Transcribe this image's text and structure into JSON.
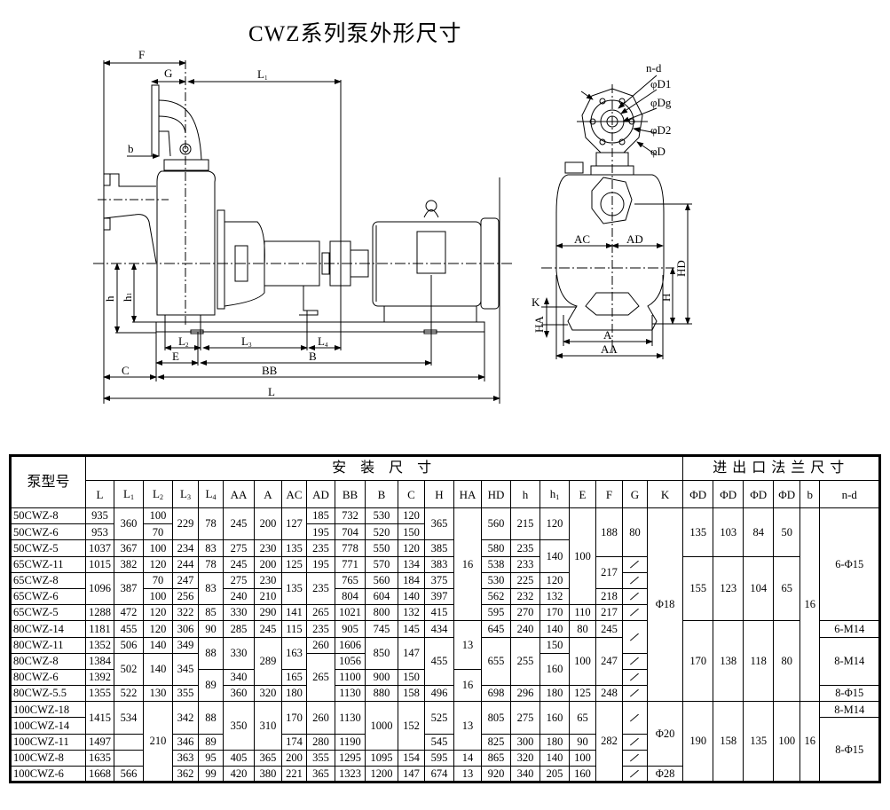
{
  "title": "CWZ系列泵外形尺寸",
  "drawing": {
    "side_labels": {
      "F": "F",
      "G": "G",
      "L1": "L",
      "L1_sub": "1",
      "b": "b",
      "h": "h",
      "h1": "h",
      "h1_sub": "1",
      "L2": "L",
      "L2_sub": "2",
      "L3": "L",
      "L3_sub": "3",
      "L4": "L",
      "L4_sub": "4",
      "E": "E",
      "B": "B",
      "C": "C",
      "BB": "BB",
      "L": "L"
    },
    "front_labels": {
      "nd": "n-d",
      "D1": "φD1",
      "Dg": "φDg",
      "D2": "φD2",
      "D": "φD",
      "AC": "AC",
      "AD": "AD",
      "HD": "HD",
      "H": "H",
      "K": "K",
      "HA": "HA",
      "A": "A",
      "AA": "AA"
    }
  },
  "table": {
    "model_header": "泵型号",
    "install_header": "安 装 尺 寸",
    "flange_header": "进出口法兰尺寸",
    "models": [
      "50CWZ-8",
      "50CWZ-6",
      "50CWZ-5",
      "65CWZ-11",
      "65CWZ-8",
      "65CWZ-6",
      "65CWZ-5",
      "80CWZ-14",
      "80CWZ-11",
      "80CWZ-8",
      "80CWZ-6",
      "80CWZ-5.5",
      "100CWZ-18",
      "100CWZ-14",
      "100CWZ-11",
      "100CWZ-8",
      "100CWZ-6"
    ],
    "columns": [
      {
        "h": "L",
        "sub": "",
        "cells": [
          [
            "935",
            1
          ],
          [
            "953",
            1
          ],
          [
            "1037",
            1
          ],
          [
            "1015",
            1
          ],
          [
            "1096",
            2
          ],
          [
            "1288",
            1
          ],
          [
            "1181",
            1
          ],
          [
            "1352",
            1
          ],
          [
            "1384",
            1
          ],
          [
            "1392",
            1
          ],
          [
            "1355",
            1
          ],
          [
            "1415",
            2
          ],
          [
            "1497",
            1
          ],
          [
            "1635",
            1
          ],
          [
            "1668",
            1
          ]
        ]
      },
      {
        "h": "L",
        "sub": "1",
        "cells": [
          [
            "360",
            2
          ],
          [
            "367",
            1
          ],
          [
            "382",
            1
          ],
          [
            "387",
            2
          ],
          [
            "472",
            1
          ],
          [
            "455",
            1
          ],
          [
            "506",
            1
          ],
          [
            "502",
            2
          ],
          [
            "522",
            1
          ],
          [
            "534",
            2
          ],
          [
            "",
            1
          ],
          [
            "",
            1
          ],
          [
            "566",
            1
          ]
        ]
      },
      {
        "h": "L",
        "sub": "2",
        "cells": [
          [
            "100",
            1
          ],
          [
            "70",
            1
          ],
          [
            "100",
            1
          ],
          [
            "120",
            1
          ],
          [
            "70",
            1
          ],
          [
            "100",
            1
          ],
          [
            "120",
            1
          ],
          [
            "120",
            1
          ],
          [
            "140",
            1
          ],
          [
            "140",
            2
          ],
          [
            "130",
            1
          ],
          [
            "210",
            5
          ]
        ]
      },
      {
        "h": "L",
        "sub": "3",
        "cells": [
          [
            "229",
            2
          ],
          [
            "234",
            1
          ],
          [
            "244",
            1
          ],
          [
            "247",
            1
          ],
          [
            "256",
            1
          ],
          [
            "322",
            1
          ],
          [
            "306",
            1
          ],
          [
            "349",
            1
          ],
          [
            "345",
            2
          ],
          [
            "355",
            1
          ],
          [
            "342",
            2
          ],
          [
            "346",
            1
          ],
          [
            "363",
            1
          ],
          [
            "362",
            1
          ]
        ]
      },
      {
        "h": "L",
        "sub": "4",
        "cells": [
          [
            "78",
            2
          ],
          [
            "83",
            1
          ],
          [
            "78",
            1
          ],
          [
            "83",
            2
          ],
          [
            "85",
            1
          ],
          [
            "90",
            1
          ],
          [
            "88",
            2
          ],
          [
            "89",
            2
          ],
          [
            "88",
            2
          ],
          [
            "89",
            1
          ],
          [
            "95",
            1
          ],
          [
            "99",
            1
          ]
        ]
      },
      {
        "h": "AA",
        "sub": "",
        "cells": [
          [
            "245",
            2
          ],
          [
            "275",
            1
          ],
          [
            "245",
            1
          ],
          [
            "275",
            1
          ],
          [
            "240",
            1
          ],
          [
            "330",
            1
          ],
          [
            "285",
            1
          ],
          [
            "330",
            2
          ],
          [
            "340",
            1
          ],
          [
            "360",
            1
          ],
          [
            "350",
            3
          ],
          [
            "405",
            1
          ],
          [
            "420",
            1
          ]
        ]
      },
      {
        "h": "A",
        "sub": "",
        "cells": [
          [
            "200",
            2
          ],
          [
            "230",
            1
          ],
          [
            "200",
            1
          ],
          [
            "230",
            1
          ],
          [
            "210",
            1
          ],
          [
            "290",
            1
          ],
          [
            "245",
            1
          ],
          [
            "289",
            3
          ],
          [
            "320",
            1
          ],
          [
            "310",
            3
          ],
          [
            "365",
            1
          ],
          [
            "380",
            1
          ]
        ]
      },
      {
        "h": "AC",
        "sub": "",
        "cells": [
          [
            "127",
            2
          ],
          [
            "135",
            1
          ],
          [
            "125",
            1
          ],
          [
            "135",
            2
          ],
          [
            "141",
            1
          ],
          [
            "115",
            1
          ],
          [
            "163",
            2
          ],
          [
            "165",
            1
          ],
          [
            "180",
            1
          ],
          [
            "170",
            2
          ],
          [
            "174",
            1
          ],
          [
            "200",
            1
          ],
          [
            "221",
            1
          ]
        ]
      },
      {
        "h": "AD",
        "sub": "",
        "cells": [
          [
            "185",
            1
          ],
          [
            "195",
            1
          ],
          [
            "235",
            1
          ],
          [
            "195",
            1
          ],
          [
            "235",
            2
          ],
          [
            "265",
            1
          ],
          [
            "235",
            1
          ],
          [
            "260",
            1
          ],
          [
            "265",
            3
          ],
          [
            "260",
            2
          ],
          [
            "280",
            1
          ],
          [
            "355",
            1
          ],
          [
            "365",
            1
          ]
        ]
      },
      {
        "h": "BB",
        "sub": "",
        "cells": [
          [
            "732",
            1
          ],
          [
            "704",
            1
          ],
          [
            "778",
            1
          ],
          [
            "771",
            1
          ],
          [
            "765",
            1
          ],
          [
            "804",
            1
          ],
          [
            "1021",
            1
          ],
          [
            "905",
            1
          ],
          [
            "1606",
            1
          ],
          [
            "1056",
            1
          ],
          [
            "1100",
            1
          ],
          [
            "1130",
            1
          ],
          [
            "1130",
            2
          ],
          [
            "1190",
            1
          ],
          [
            "1295",
            1
          ],
          [
            "1323",
            1
          ]
        ]
      },
      {
        "h": "B",
        "sub": "",
        "cells": [
          [
            "530",
            1
          ],
          [
            "520",
            1
          ],
          [
            "550",
            1
          ],
          [
            "570",
            1
          ],
          [
            "560",
            1
          ],
          [
            "604",
            1
          ],
          [
            "800",
            1
          ],
          [
            "745",
            1
          ],
          [
            "850",
            2
          ],
          [
            "900",
            1
          ],
          [
            "880",
            1
          ],
          [
            "1000",
            3
          ],
          [
            "1095",
            1
          ],
          [
            "1200",
            1
          ]
        ]
      },
      {
        "h": "C",
        "sub": "",
        "cells": [
          [
            "120",
            1
          ],
          [
            "150",
            1
          ],
          [
            "120",
            1
          ],
          [
            "134",
            1
          ],
          [
            "184",
            1
          ],
          [
            "140",
            1
          ],
          [
            "132",
            1
          ],
          [
            "145",
            1
          ],
          [
            "147",
            2
          ],
          [
            "150",
            1
          ],
          [
            "158",
            1
          ],
          [
            "152",
            3
          ],
          [
            "154",
            1
          ],
          [
            "147",
            1
          ]
        ]
      },
      {
        "h": "H",
        "sub": "",
        "cells": [
          [
            "365",
            2
          ],
          [
            "385",
            1
          ],
          [
            "383",
            1
          ],
          [
            "375",
            1
          ],
          [
            "397",
            1
          ],
          [
            "415",
            1
          ],
          [
            "434",
            1
          ],
          [
            "455",
            3
          ],
          [
            "496",
            1
          ],
          [
            "525",
            2
          ],
          [
            "545",
            1
          ],
          [
            "595",
            1
          ],
          [
            "674",
            1
          ]
        ]
      },
      {
        "h": "HA",
        "sub": "",
        "cells": [
          [
            "16",
            7
          ],
          [
            "13",
            3
          ],
          [
            "16",
            2
          ],
          [
            "13",
            3
          ],
          [
            "14",
            1
          ],
          [
            "13",
            1
          ]
        ]
      },
      {
        "h": "HD",
        "sub": "",
        "cells": [
          [
            "560",
            2
          ],
          [
            "580",
            1
          ],
          [
            "538",
            1
          ],
          [
            "530",
            1
          ],
          [
            "562",
            1
          ],
          [
            "595",
            1
          ],
          [
            "645",
            1
          ],
          [
            "655",
            3
          ],
          [
            "698",
            1
          ],
          [
            "805",
            2
          ],
          [
            "825",
            1
          ],
          [
            "865",
            1
          ],
          [
            "920",
            1
          ]
        ]
      },
      {
        "h": "h",
        "sub": "",
        "cells": [
          [
            "215",
            2
          ],
          [
            "235",
            1
          ],
          [
            "233",
            1
          ],
          [
            "225",
            1
          ],
          [
            "232",
            1
          ],
          [
            "270",
            1
          ],
          [
            "240",
            1
          ],
          [
            "255",
            3
          ],
          [
            "296",
            1
          ],
          [
            "275",
            2
          ],
          [
            "300",
            1
          ],
          [
            "320",
            1
          ],
          [
            "340",
            1
          ]
        ]
      },
      {
        "h": "h",
        "sub": "1",
        "cells": [
          [
            "120",
            2
          ],
          [
            "140",
            2
          ],
          [
            "120",
            1
          ],
          [
            "132",
            1
          ],
          [
            "170",
            1
          ],
          [
            "140",
            1
          ],
          [
            "150",
            1
          ],
          [
            "160",
            2
          ],
          [
            "180",
            1
          ],
          [
            "160",
            2
          ],
          [
            "180",
            1
          ],
          [
            "140",
            1
          ],
          [
            "205",
            1
          ]
        ]
      },
      {
        "h": "E",
        "sub": "",
        "cells": [
          [
            "100",
            6
          ],
          [
            "110",
            1
          ],
          [
            "80",
            1
          ],
          [
            "100",
            3
          ],
          [
            "125",
            1
          ],
          [
            "65",
            2
          ],
          [
            "90",
            1
          ],
          [
            "100",
            1
          ],
          [
            "160",
            1
          ]
        ]
      },
      {
        "h": "F",
        "sub": "",
        "cells": [
          [
            "188",
            3
          ],
          [
            "217",
            2
          ],
          [
            "218",
            1
          ],
          [
            "217",
            1
          ],
          [
            "245",
            1
          ],
          [
            "247",
            3
          ],
          [
            "248",
            1
          ],
          [
            "282",
            5
          ]
        ]
      },
      {
        "h": "G",
        "sub": "",
        "cells": [
          [
            "80",
            3
          ],
          [
            "/",
            1
          ],
          [
            "/",
            1
          ],
          [
            "/",
            1
          ],
          [
            "/",
            1
          ],
          [
            "/",
            2
          ],
          [
            "/",
            1
          ],
          [
            "/",
            1
          ],
          [
            "/",
            1
          ],
          [
            "/",
            2
          ],
          [
            "/",
            1
          ],
          [
            "/",
            1
          ],
          [
            "/",
            1
          ]
        ]
      },
      {
        "h": "K",
        "sub": "",
        "cells": [
          [
            "Φ18",
            12
          ],
          [
            "Φ20",
            4
          ],
          [
            "Φ28",
            1
          ]
        ]
      },
      {
        "h": "ΦD",
        "sub": "",
        "cells": [
          [
            "135",
            3
          ],
          [
            "155",
            4
          ],
          [
            "170",
            5
          ],
          [
            "190",
            5
          ]
        ]
      },
      {
        "h": "ΦD",
        "sub": "",
        "cells": [
          [
            "103",
            3
          ],
          [
            "123",
            4
          ],
          [
            "138",
            5
          ],
          [
            "158",
            5
          ]
        ]
      },
      {
        "h": "ΦD",
        "sub": "",
        "cells": [
          [
            "84",
            3
          ],
          [
            "104",
            4
          ],
          [
            "118",
            5
          ],
          [
            "135",
            5
          ]
        ]
      },
      {
        "h": "ΦD",
        "sub": "",
        "cells": [
          [
            "50",
            3
          ],
          [
            "65",
            4
          ],
          [
            "80",
            5
          ],
          [
            "100",
            5
          ]
        ]
      },
      {
        "h": "b",
        "sub": "",
        "cells": [
          [
            "16",
            12
          ],
          [
            "16",
            5
          ]
        ]
      },
      {
        "h": "n-d",
        "sub": "",
        "cells": [
          [
            "6-Φ15",
            7
          ],
          [
            "6-M14",
            1
          ],
          [
            "8-M14",
            3
          ],
          [
            "8-Φ15",
            1
          ],
          [
            "8-M14",
            1
          ],
          [
            "8-Φ15",
            4
          ]
        ]
      }
    ]
  }
}
